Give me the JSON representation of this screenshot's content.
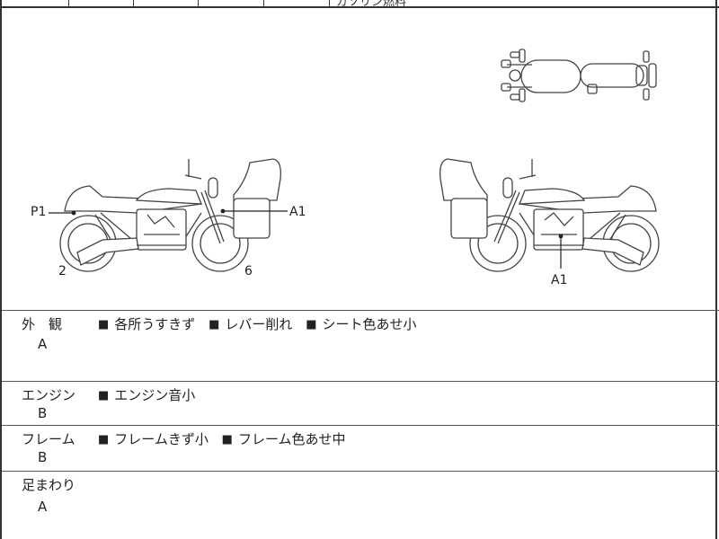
{
  "header": {
    "cells": [
      "",
      "",
      "",
      "",
      "",
      "ガソリン燃料"
    ]
  },
  "diagram": {
    "left_labels": {
      "p1": "P1",
      "a1": "A1",
      "num2": "2",
      "num6": "6"
    },
    "right_labels": {
      "a1": "A1"
    }
  },
  "sections": [
    {
      "title": "外　観",
      "grade": "A",
      "notes": [
        "各所うすきず",
        "レバー削れ",
        "シート色あせ小"
      ]
    },
    {
      "title": "エンジン",
      "grade": "B",
      "notes": [
        "エンジン音小"
      ]
    },
    {
      "title": "フレーム",
      "grade": "B",
      "notes": [
        "フレームきず小",
        "フレーム色あせ中"
      ]
    },
    {
      "title": "足まわり",
      "grade": "A",
      "notes": []
    }
  ],
  "icons": {
    "bullet": "■"
  }
}
